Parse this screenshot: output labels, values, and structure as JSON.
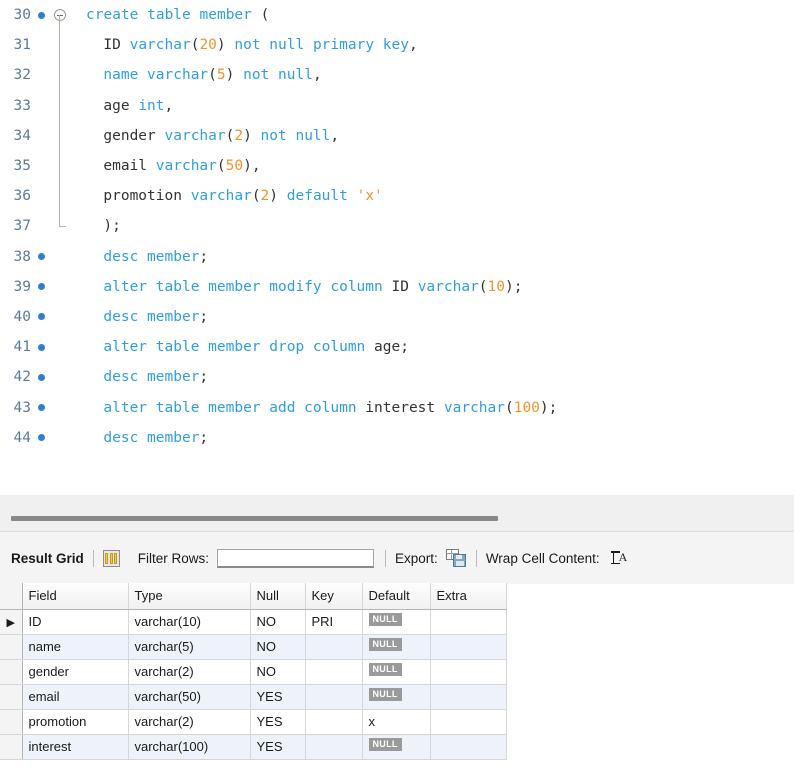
{
  "editor": {
    "lines": [
      {
        "num": "30",
        "bp": true,
        "fold": "start",
        "tokens": [
          {
            "t": "create table ",
            "c": "kw"
          },
          {
            "t": "member",
            "c": "kw"
          },
          {
            "t": " (",
            "c": "punc"
          }
        ]
      },
      {
        "num": "31",
        "bp": false,
        "fold": "mid",
        "indent": 1,
        "tokens": [
          {
            "t": "ID",
            "c": "id"
          },
          {
            "t": " ",
            "c": "punc"
          },
          {
            "t": "varchar",
            "c": "kw"
          },
          {
            "t": "(",
            "c": "punc"
          },
          {
            "t": "20",
            "c": "num"
          },
          {
            "t": ") ",
            "c": "punc"
          },
          {
            "t": "not null primary key",
            "c": "kw"
          },
          {
            "t": ",",
            "c": "punc"
          }
        ]
      },
      {
        "num": "32",
        "bp": false,
        "fold": "mid",
        "indent": 1,
        "tokens": [
          {
            "t": "name",
            "c": "kw"
          },
          {
            "t": " ",
            "c": "punc"
          },
          {
            "t": "varchar",
            "c": "kw"
          },
          {
            "t": "(",
            "c": "punc"
          },
          {
            "t": "5",
            "c": "num"
          },
          {
            "t": ") ",
            "c": "punc"
          },
          {
            "t": "not null",
            "c": "kw"
          },
          {
            "t": ",",
            "c": "punc"
          }
        ]
      },
      {
        "num": "33",
        "bp": false,
        "fold": "mid",
        "indent": 1,
        "tokens": [
          {
            "t": "age ",
            "c": "id"
          },
          {
            "t": "int",
            "c": "kw"
          },
          {
            "t": ",",
            "c": "punc"
          }
        ]
      },
      {
        "num": "34",
        "bp": false,
        "fold": "mid",
        "indent": 1,
        "tokens": [
          {
            "t": "gender ",
            "c": "id"
          },
          {
            "t": "varchar",
            "c": "kw"
          },
          {
            "t": "(",
            "c": "punc"
          },
          {
            "t": "2",
            "c": "num"
          },
          {
            "t": ") ",
            "c": "punc"
          },
          {
            "t": "not null",
            "c": "kw"
          },
          {
            "t": ",",
            "c": "punc"
          }
        ]
      },
      {
        "num": "35",
        "bp": false,
        "fold": "mid",
        "indent": 1,
        "tokens": [
          {
            "t": "email ",
            "c": "id"
          },
          {
            "t": "varchar",
            "c": "kw"
          },
          {
            "t": "(",
            "c": "punc"
          },
          {
            "t": "50",
            "c": "num"
          },
          {
            "t": "),",
            "c": "punc"
          }
        ]
      },
      {
        "num": "36",
        "bp": false,
        "fold": "mid",
        "indent": 1,
        "tokens": [
          {
            "t": "promotion ",
            "c": "id"
          },
          {
            "t": "varchar",
            "c": "kw"
          },
          {
            "t": "(",
            "c": "punc"
          },
          {
            "t": "2",
            "c": "num"
          },
          {
            "t": ") ",
            "c": "punc"
          },
          {
            "t": "default",
            "c": "kw"
          },
          {
            "t": " ",
            "c": "punc"
          },
          {
            "t": "'x'",
            "c": "str"
          }
        ]
      },
      {
        "num": "37",
        "bp": false,
        "fold": "end",
        "indent": 1,
        "tokens": [
          {
            "t": ");",
            "c": "punc"
          }
        ]
      },
      {
        "num": "38",
        "bp": true,
        "fold": "none",
        "indent": 1,
        "tokens": [
          {
            "t": "desc member",
            "c": "kw"
          },
          {
            "t": ";",
            "c": "punc"
          }
        ]
      },
      {
        "num": "39",
        "bp": true,
        "fold": "none",
        "indent": 1,
        "tokens": [
          {
            "t": "alter table member modify column ",
            "c": "kw"
          },
          {
            "t": "ID",
            "c": "id"
          },
          {
            "t": " ",
            "c": "punc"
          },
          {
            "t": "varchar",
            "c": "kw"
          },
          {
            "t": "(",
            "c": "punc"
          },
          {
            "t": "10",
            "c": "num"
          },
          {
            "t": ");",
            "c": "punc"
          }
        ]
      },
      {
        "num": "40",
        "bp": true,
        "fold": "none",
        "indent": 1,
        "tokens": [
          {
            "t": "desc member",
            "c": "kw"
          },
          {
            "t": ";",
            "c": "punc"
          }
        ]
      },
      {
        "num": "41",
        "bp": true,
        "fold": "none",
        "indent": 1,
        "tokens": [
          {
            "t": "alter table member drop column ",
            "c": "kw"
          },
          {
            "t": "age",
            "c": "id"
          },
          {
            "t": ";",
            "c": "punc"
          }
        ]
      },
      {
        "num": "42",
        "bp": true,
        "fold": "none",
        "indent": 1,
        "tokens": [
          {
            "t": "desc member",
            "c": "kw"
          },
          {
            "t": ";",
            "c": "punc"
          }
        ]
      },
      {
        "num": "43",
        "bp": true,
        "fold": "none",
        "indent": 1,
        "tokens": [
          {
            "t": "alter table member add column ",
            "c": "kw"
          },
          {
            "t": "interest",
            "c": "id"
          },
          {
            "t": " ",
            "c": "punc"
          },
          {
            "t": "varchar",
            "c": "kw"
          },
          {
            "t": "(",
            "c": "punc"
          },
          {
            "t": "100",
            "c": "num"
          },
          {
            "t": ");",
            "c": "punc"
          }
        ]
      },
      {
        "num": "44",
        "bp": true,
        "fold": "none",
        "indent": 1,
        "tokens": [
          {
            "t": "desc member",
            "c": "kw"
          },
          {
            "t": ";",
            "c": "punc"
          }
        ]
      }
    ]
  },
  "toolbar": {
    "result_grid_label": "Result Grid",
    "grid_icon": "result-grid-icon",
    "filter_label": "Filter Rows:",
    "filter_value": "",
    "filter_placeholder": "",
    "export_label": "Export:",
    "export_icon": "export-recordset-icon",
    "wrap_label": "Wrap Cell Content:",
    "wrap_icon": "wrap-cell-content-icon",
    "wrap_icon_letter": "A"
  },
  "result_table": {
    "columns": [
      "Field",
      "Type",
      "Null",
      "Key",
      "Default",
      "Extra"
    ],
    "row_marker_glyph": "▶",
    "null_badge_text": "NULL",
    "rows": [
      {
        "selected": true,
        "Field": "ID",
        "Type": "varchar(10)",
        "Null": "NO",
        "Key": "PRI",
        "Default": "NULL",
        "DefaultIsNull": true,
        "Extra": ""
      },
      {
        "selected": false,
        "Field": "name",
        "Type": "varchar(5)",
        "Null": "NO",
        "Key": "",
        "Default": "NULL",
        "DefaultIsNull": true,
        "Extra": ""
      },
      {
        "selected": false,
        "Field": "gender",
        "Type": "varchar(2)",
        "Null": "NO",
        "Key": "",
        "Default": "NULL",
        "DefaultIsNull": true,
        "Extra": ""
      },
      {
        "selected": false,
        "Field": "email",
        "Type": "varchar(50)",
        "Null": "YES",
        "Key": "",
        "Default": "NULL",
        "DefaultIsNull": true,
        "Extra": ""
      },
      {
        "selected": false,
        "Field": "promotion",
        "Type": "varchar(2)",
        "Null": "YES",
        "Key": "",
        "Default": "x",
        "DefaultIsNull": false,
        "Extra": ""
      },
      {
        "selected": false,
        "Field": "interest",
        "Type": "varchar(100)",
        "Null": "YES",
        "Key": "",
        "Default": "NULL",
        "DefaultIsNull": true,
        "Extra": ""
      }
    ]
  },
  "colors": {
    "keyword": "#2f9ee0",
    "number": "#f0932b",
    "string": "#f0932b",
    "identifier": "#333333",
    "breakpoint_dot": "#2f7fd0",
    "gutter_text": "#5a7b9c",
    "alt_row": "#eef3fb",
    "null_badge_bg": "#9a9a9a"
  }
}
